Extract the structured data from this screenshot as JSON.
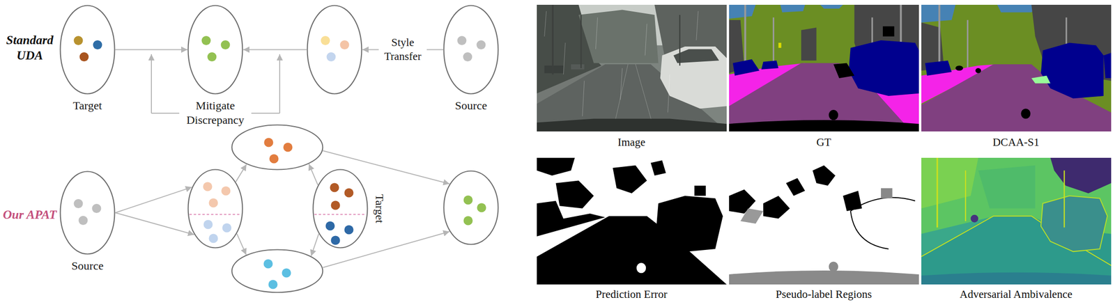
{
  "diagram": {
    "nodes": [
      {
        "text": [
          "Target"
        ]
      },
      {
        "text": [
          "Mitigate Discrepancy"
        ]
      },
      {
        "text": []
      },
      {
        "text": [
          "Source"
        ]
      },
      {
        "text": [
          "Source"
        ]
      },
      {
        "text": []
      },
      {
        "text": []
      },
      {
        "text": [
          "Target"
        ]
      },
      {
        "text": []
      },
      {
        "text": []
      }
    ],
    "edges": [
      {
        "from": 0,
        "to": 1,
        "arrow": "to"
      },
      {
        "from": 2,
        "to": 1,
        "arrow": "to"
      },
      {
        "from": 3,
        "to": 2,
        "arrow": "to",
        "label": "Style Transfer"
      },
      {
        "from": 4,
        "to": 5,
        "arrow": "to"
      },
      {
        "from": 4,
        "to": 5,
        "arrow": "to"
      },
      {
        "from": 5,
        "to": 6,
        "arrow": "to"
      },
      {
        "from": 7,
        "to": 6,
        "arrow": "to"
      },
      {
        "from": 5,
        "to": 8,
        "arrow": "to"
      },
      {
        "from": 7,
        "to": 8,
        "arrow": "to"
      },
      {
        "from": 6,
        "to": 9,
        "arrow": "to"
      },
      {
        "from": 8,
        "to": 9,
        "arrow": "to"
      }
    ],
    "labels": [
      "Standard UDA",
      "Our APAT",
      "Image",
      "GT",
      "DCAA-S1",
      "Prediction Error",
      "Pseudo-label Regions",
      "Adversarial Ambivalence"
    ]
  }
}
